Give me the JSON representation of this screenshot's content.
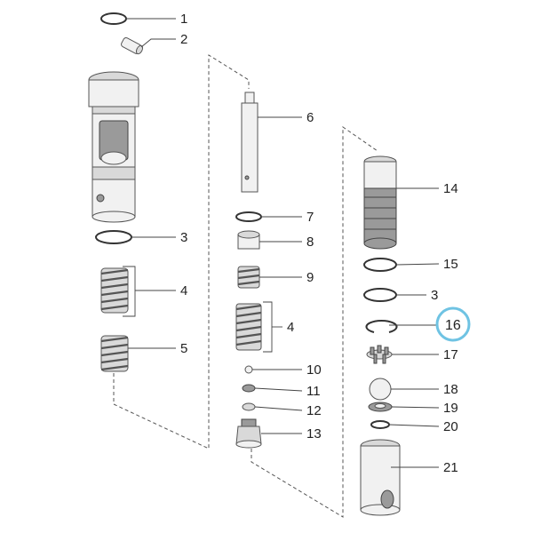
{
  "diagram": {
    "highlight_color": "#6fc3e3",
    "callouts": [
      "1",
      "2",
      "3",
      "4",
      "5",
      "6",
      "7",
      "8",
      "9",
      "4",
      "10",
      "11",
      "12",
      "13",
      "14",
      "15",
      "3",
      "16",
      "17",
      "18",
      "19",
      "20",
      "21"
    ],
    "highlighted_label": "16"
  }
}
